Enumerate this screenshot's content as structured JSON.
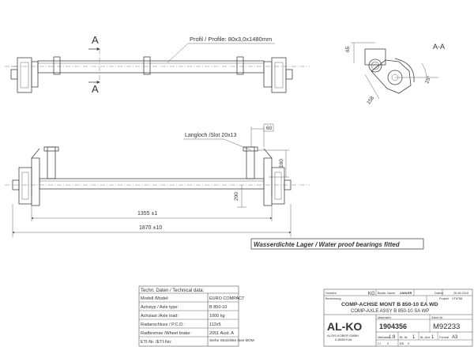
{
  "drawing": {
    "section_letter_top": "A",
    "section_letter_bottom": "A",
    "section_view_label": "A-A",
    "profile_label": "Profil / Profile: 80x3,0x1480mm",
    "slot_label": "Langloch /Slot 20x13",
    "dim_60": "60",
    "dim_160": "160",
    "dim_200": "200",
    "dim_1355": "1355 ±1",
    "dim_1870": "1870 ±10",
    "dim_65": "65",
    "dim_158": "158",
    "dim_25": "25°",
    "bearing_note": "Wasserdichte Lager / Water proof bearings fitted"
  },
  "tech_table": {
    "title": "Techn. Daten / Technical data:",
    "rows": [
      {
        "label": "Modell /Model:",
        "value": "EURO COMPACT"
      },
      {
        "label": "Achstyp / Axle type:",
        "value": "B 850-10"
      },
      {
        "label": "Achslast /Axle load:",
        "value": "1000 kg"
      },
      {
        "label": "Radanschluss / P.C.D.:",
        "value": "112x5"
      },
      {
        "label": "Radbremse /Wheel brake:",
        "value": "2051 Aust. A"
      },
      {
        "label": "ETI-Nr. /ETI-No:",
        "value": "Siehe Stückliste /see BOM"
      }
    ]
  },
  "title_block": {
    "weight_label": "Gewicht",
    "weight_unit": "KG",
    "edited_label": "Bearb. Name",
    "edited_name": "ZAHLER",
    "date_label": "Datum",
    "date_value": "26.06.2018",
    "designation_label": "Benennung",
    "project_label": "Projekt",
    "project_value": "VT6758",
    "title_de": "COMP-ACHSE MONT B 850-10 EA WD",
    "title_en": "COMP-AXLE ASSY B 850-10 SA WP",
    "material_label": "Materialnr.",
    "material_no": "1904356",
    "drawing_no_label": "Zeich.Nr.",
    "drawing_no": "M92233",
    "logo": "AL-KO",
    "company": "ALOIS KOBER GMBH",
    "company_sub": "D-89359 Kötz",
    "scale_label": "Maßstab",
    "scale_value": "1:8",
    "sheet_label": "Bl.-Nr.",
    "sheet_value": "1",
    "sheets_label": "Bl.-Anz.",
    "sheets_value": "1",
    "format_label": "Format",
    "format_value": "A3",
    "ci_label": "CI",
    "ci_value": "0",
    "eb_label": "EB",
    "eb_value": "0"
  }
}
